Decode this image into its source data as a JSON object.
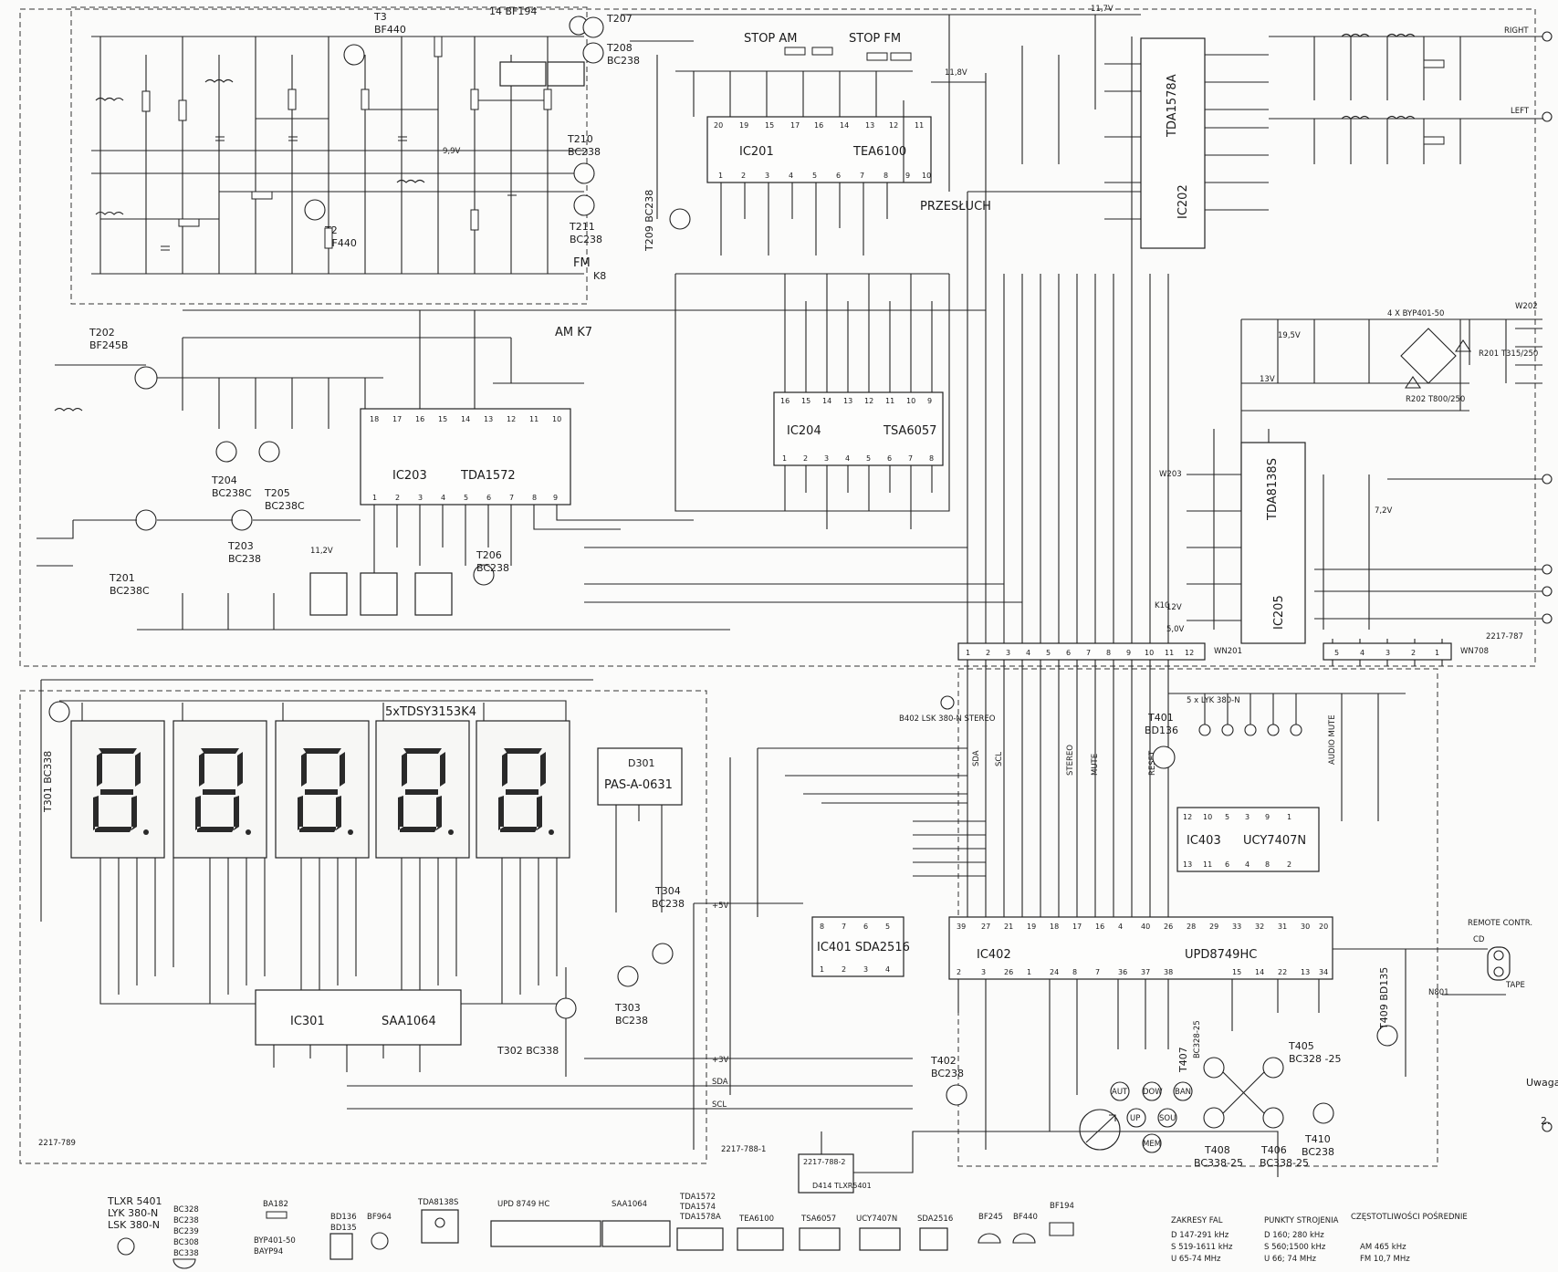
{
  "labels": {
    "tr_t3": "T3",
    "tr_t3_type": "BF440",
    "tr_bf194": "14 BF194",
    "tr_t207": "T207",
    "tr_t208": "T208",
    "tr_t208_type": "BC238",
    "tr_t2": "T2",
    "tr_t2_type": "BF440",
    "tr_t210": "T210",
    "tr_t210_type": "BC238",
    "tr_t211": "T211",
    "tr_t211_type": "BC238",
    "tr_t209": "T209 BC238",
    "tr_t202": "T202",
    "tr_t202_type": "BF245B",
    "tr_t204": "T204",
    "tr_t204_type": "BC238C",
    "tr_t205": "T205",
    "tr_t205_type": "BC238C",
    "tr_t203": "T203",
    "tr_t203_type": "BC238",
    "tr_t201": "T201",
    "tr_t201_type": "BC238C",
    "tr_t206": "T206",
    "tr_t206_type": "BC238",
    "tr_t301": "T301 BC338",
    "tr_t302": "T302 BC338",
    "tr_t303": "T303",
    "tr_t303_type": "BC238",
    "tr_t304": "T304",
    "tr_t304_type": "BC238",
    "tr_t401": "T401",
    "tr_t401_type": "BD136",
    "tr_t402": "T402",
    "tr_t402_type": "BC238",
    "tr_t405": "T405",
    "tr_t405_type": "BC328 -25",
    "tr_t407": "T407",
    "tr_t407_type": "BC328-25",
    "tr_t408": "T408",
    "tr_t406": "T406",
    "tr_t408_type": "BC338-25",
    "tr_t406_type": "BC338-25",
    "tr_t409": "T409 BD135",
    "tr_t410": "T410",
    "tr_t410_type": "BC238",
    "stop_am": "STOP AM",
    "stop_fm": "STOP FM",
    "przesluch": "PRZESŁUCH",
    "fm_k8": "FM",
    "k8": "K8",
    "am_k7": "AM K7",
    "v11_7": "11,7V",
    "v11_8": "11,8V",
    "v9_9": "9,9V",
    "v11_2": "11,2V",
    "v7_2": "7,2V",
    "v13": "13V",
    "v19_5": "19,5V",
    "v12": "12V",
    "v5_0": "5,0V",
    "right": "RIGHT",
    "left": "LEFT",
    "w202": "W202",
    "w203": "W203",
    "wn201": "WN201",
    "wn708": "WN708",
    "k10": "K10",
    "tda1578a": "TDA1578A",
    "ic202": "IC202",
    "ic201": "IC201",
    "tea6100": "TEA6100",
    "ic204": "IC204",
    "tsa6057": "TSA6057",
    "ic203": "IC203",
    "tda1572": "TDA1572",
    "ic205": "IC205",
    "tda8138s": "TDA8138S",
    "display_type": "5xTDSY3153K4",
    "d301": "D301",
    "pas": "PAS-A-0631",
    "ic301": "IC301",
    "saa1064": "SAA1064",
    "ic401": "IC401 SDA2516",
    "ic402": "IC402",
    "upd": "UPD8749HC",
    "ic403": "IC403",
    "ucy": "UCY7407N",
    "sheet_787": "2217-787",
    "sheet_789": "2217-789",
    "sheet_788": "2217-788-1",
    "sheet_788_2": "2217-788-2",
    "d414": "D414 TLXR5401",
    "remote": "REMOTE CONTR.",
    "cd": "CD",
    "tape": "TAPE",
    "b402": "B402 LSK 380-N STEREO",
    "leds": "5 x LYK 380-N",
    "n801": "N801",
    "sda": "SDA",
    "scl": "SCL",
    "p5v": "+5V",
    "p3v": "+3V",
    "bridge": "4 X BYP401-50",
    "r201": "R201 T315/250",
    "r202": "R202 T800/250",
    "uwaga": "Uwaga:",
    "note_2": "2.",
    "btn_aut": "AUT",
    "btn_dow": "DOW",
    "btn_ban": "BAN",
    "btn_up": "UP",
    "btn_sou": "SOU",
    "btn_mem": "MEM",
    "sig_audio_mute": "AUDIO MUTE",
    "sig_mute": "MUTE",
    "sig_reset": "RESET",
    "sig_stereo": "STEREO"
  },
  "legend": {
    "tlxr": "TLXR 5401",
    "lyk": "LYK 380-N",
    "lsk": "LSK 380-N",
    "bc_group": [
      "BC328",
      "BC238",
      "BC239",
      "BC308",
      "BC338"
    ],
    "ba182": "BA182",
    "bd136": "BD136",
    "bd135": "BD135",
    "byp": "BYP401-50",
    "bayp": "BAYP94",
    "bf964": "BF964",
    "tda8138s": "TDA8138S",
    "upd": "UPD 8749 HC",
    "saa": "SAA1064",
    "tda_group": [
      "TDA1572",
      "TDA1574",
      "TDA1578A"
    ],
    "tea": "TEA6100",
    "tsa": "TSA6057",
    "ucy": "UCY7407N",
    "sda": "SDA2516",
    "bf245": "BF245",
    "bf440": "BF440",
    "bf194": "BF194"
  },
  "bands": {
    "title_zakresy": "ZAKRESY FAL",
    "title_punkty": "PUNKTY STROJENIA",
    "title_czest": "CZĘSTOTLIWOŚCI POŚREDNIE",
    "rows_zakresy": [
      "D 147-291 kHz",
      "S 519-1611 kHz",
      "U 65-74 MHz"
    ],
    "rows_punkty": [
      "D 160; 280 kHz",
      "S 560;1500 kHz",
      "U 66; 74 MHz"
    ],
    "rows_czest": [
      "AM 465 kHz",
      "FM 10,7 MHz"
    ]
  },
  "colors": {
    "ink": "#1a1a1a",
    "paper": "#fbfbfa"
  }
}
